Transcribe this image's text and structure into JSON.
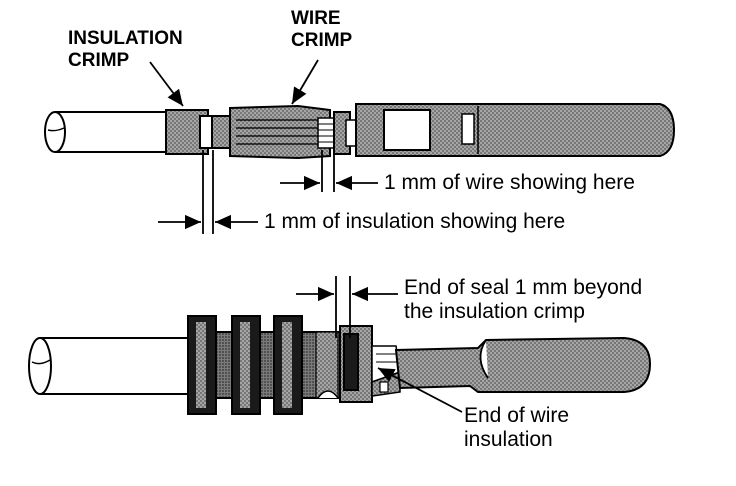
{
  "labels": {
    "insulation_crimp": [
      "INSULATION",
      "CRIMP"
    ],
    "wire_crimp": [
      "WIRE",
      "CRIMP"
    ],
    "wire_showing": "1 mm of wire showing here",
    "insulation_showing": "1 mm of insulation showing here",
    "seal_note": [
      "End of seal 1 mm beyond",
      "the insulation crimp"
    ],
    "wire_insulation_end": [
      "End of wire",
      "insulation"
    ]
  },
  "colors": {
    "ink": "#000000",
    "paper": "#ffffff",
    "stipple": "#9a9a9a",
    "stipple_dark": "#6e6e6e",
    "seal": "#1a1a1a"
  }
}
